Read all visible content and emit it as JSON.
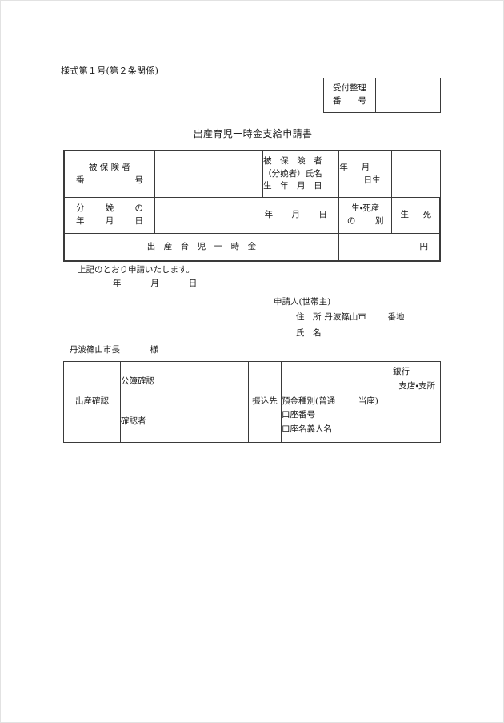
{
  "document": {
    "form_number": "様式第１号(第２条関係)",
    "title": "出産育児一時金支給申請書"
  },
  "receipt_box": {
    "label_line1": "受付整理",
    "label_line2_a": "番",
    "label_line2_b": "号",
    "value": ""
  },
  "main_table": {
    "row1": {
      "label": "被 保 険 者",
      "label_line2_a": "番",
      "label_line2_b": "号",
      "value": "",
      "name_line1": "被　保　険　者",
      "name_line2": "（分娩者）氏名",
      "name_line3": "生　年　月　日",
      "dob_placeholder_a": "年",
      "dob_placeholder_b": "月",
      "dob_placeholder_c": "日生"
    },
    "row2": {
      "label_line1_a": "分",
      "label_line1_b": "娩",
      "label_line1_c": "の",
      "label_line2_a": "年",
      "label_line2_b": "月",
      "label_line2_c": "日",
      "date_a": "年",
      "date_b": "月",
      "date_c": "日",
      "birth_death_line1": "生・死産",
      "birth_death_line2_a": "の",
      "birth_death_line2_b": "別",
      "birth_death_value_a": "生",
      "birth_death_value_b": "死"
    },
    "row3": {
      "label": "出　産　育　児　一　時　金",
      "unit": "円"
    }
  },
  "statement": {
    "apply_text": "上記のとおり申請いたします。",
    "date_year": "年",
    "date_month": "月",
    "date_day": "日"
  },
  "applicant": {
    "heading": "申請人(世帯主)",
    "address_label": "住　所",
    "address_city": "丹波篠山市",
    "address_suffix": "番地",
    "name_label": "氏　名"
  },
  "mayor": {
    "title": "丹波篠山市長",
    "honorific": "様"
  },
  "confirm_table": {
    "birth_confirm_label": "出産確認",
    "public_record_label": "公簿確認",
    "confirmer_label": "確認者",
    "transfer_label": "振込先",
    "bank_label": "銀行",
    "branch_label": "支店・支所",
    "deposit_type": "預金種別(普通",
    "deposit_type_b": "当座)",
    "account_number_label": "口座番号",
    "account_holder_label": "口座名義人名"
  }
}
